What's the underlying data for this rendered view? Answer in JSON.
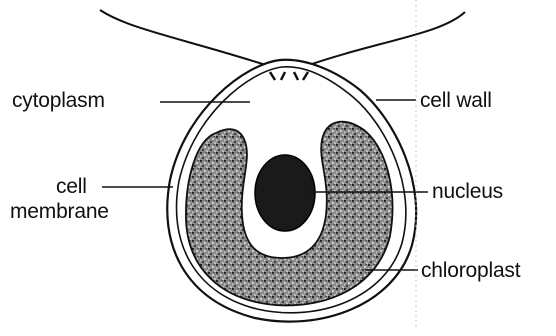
{
  "diagram": {
    "labels": {
      "cytoplasm": "cytoplasm",
      "cell_wall": "cell wall",
      "cell_membrane_line1": "cell",
      "cell_membrane_line2": "membrane",
      "nucleus": "nucleus",
      "chloroplast": "chloroplast"
    },
    "colors": {
      "ink": "#111111",
      "background": "#ffffff",
      "chloroplast_fill": "#6e6e6e",
      "nucleus_fill": "#1a1a1a"
    }
  }
}
